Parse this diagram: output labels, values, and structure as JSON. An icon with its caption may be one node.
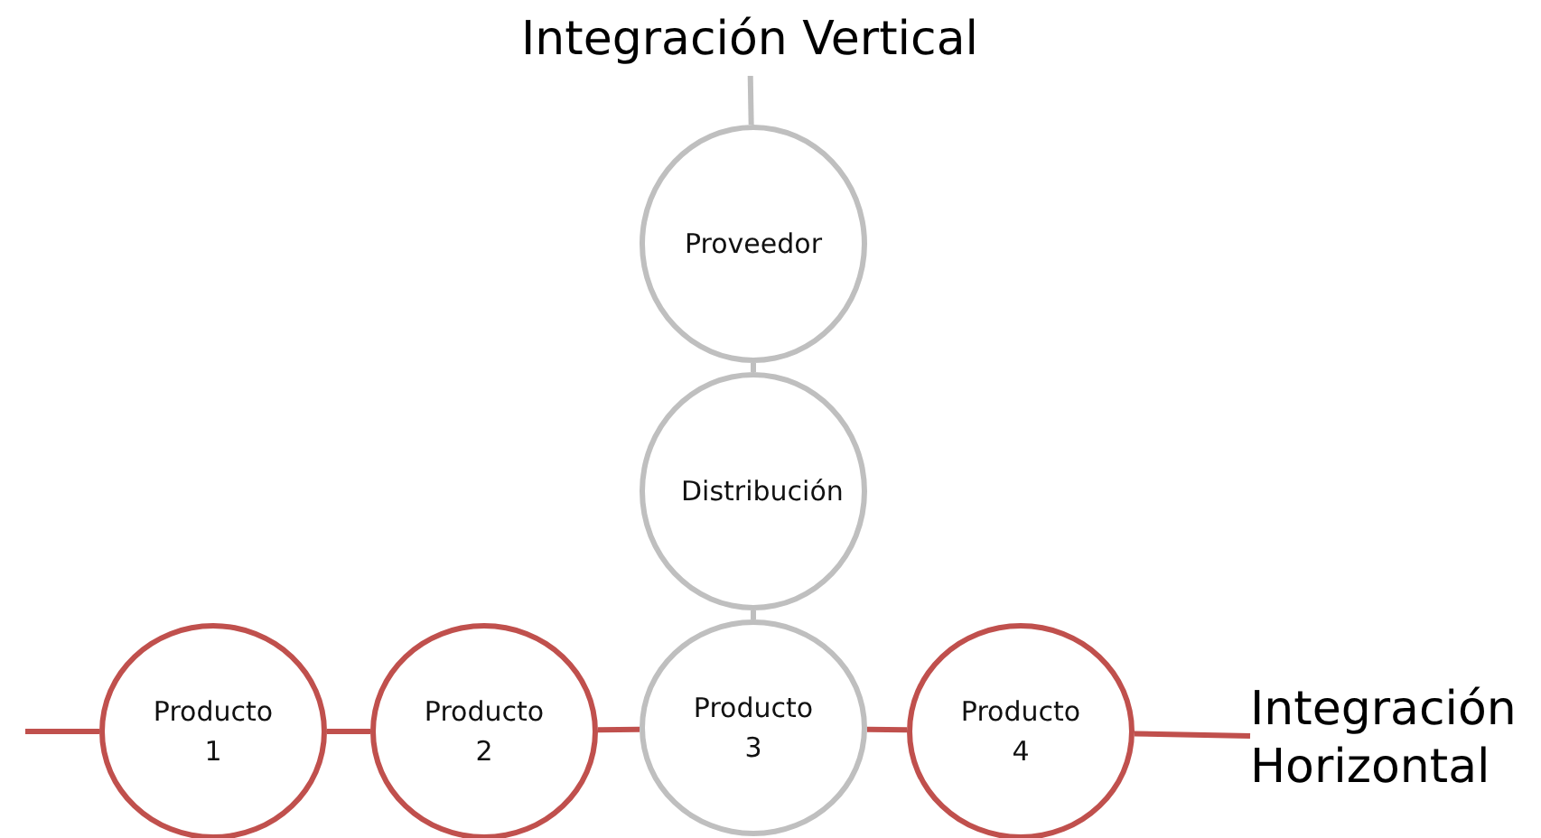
{
  "diagram": {
    "nodes": [
      {
        "text": [
          "Integración Vertical"
        ]
      },
      {
        "text": [
          "Proveedor"
        ]
      },
      {
        "text": [
          "Distribución"
        ]
      },
      {
        "text": [
          "Producto 1"
        ]
      },
      {
        "text": [
          "Producto 2"
        ]
      },
      {
        "text": [
          "Producto 3"
        ]
      },
      {
        "text": [
          "Producto 4"
        ]
      },
      {
        "text": [
          "Integración Horizontal"
        ]
      }
    ],
    "edges": [
      {
        "from": 0,
        "to": 1,
        "arrow": "none",
        "color": "#bfbfbf"
      },
      {
        "from": 1,
        "to": 2,
        "arrow": "none",
        "color": "#bfbfbf"
      },
      {
        "from": 2,
        "to": 5,
        "arrow": "none",
        "color": "#bfbfbf"
      },
      {
        "from": null,
        "to": 3,
        "arrow": "none"
      },
      {
        "from": 3,
        "to": 4,
        "arrow": "none"
      },
      {
        "from": 4,
        "to": 5,
        "arrow": "none"
      },
      {
        "from": 5,
        "to": 6,
        "arrow": "none"
      },
      {
        "from": 6,
        "to": 7,
        "arrow": "none"
      }
    ]
  }
}
